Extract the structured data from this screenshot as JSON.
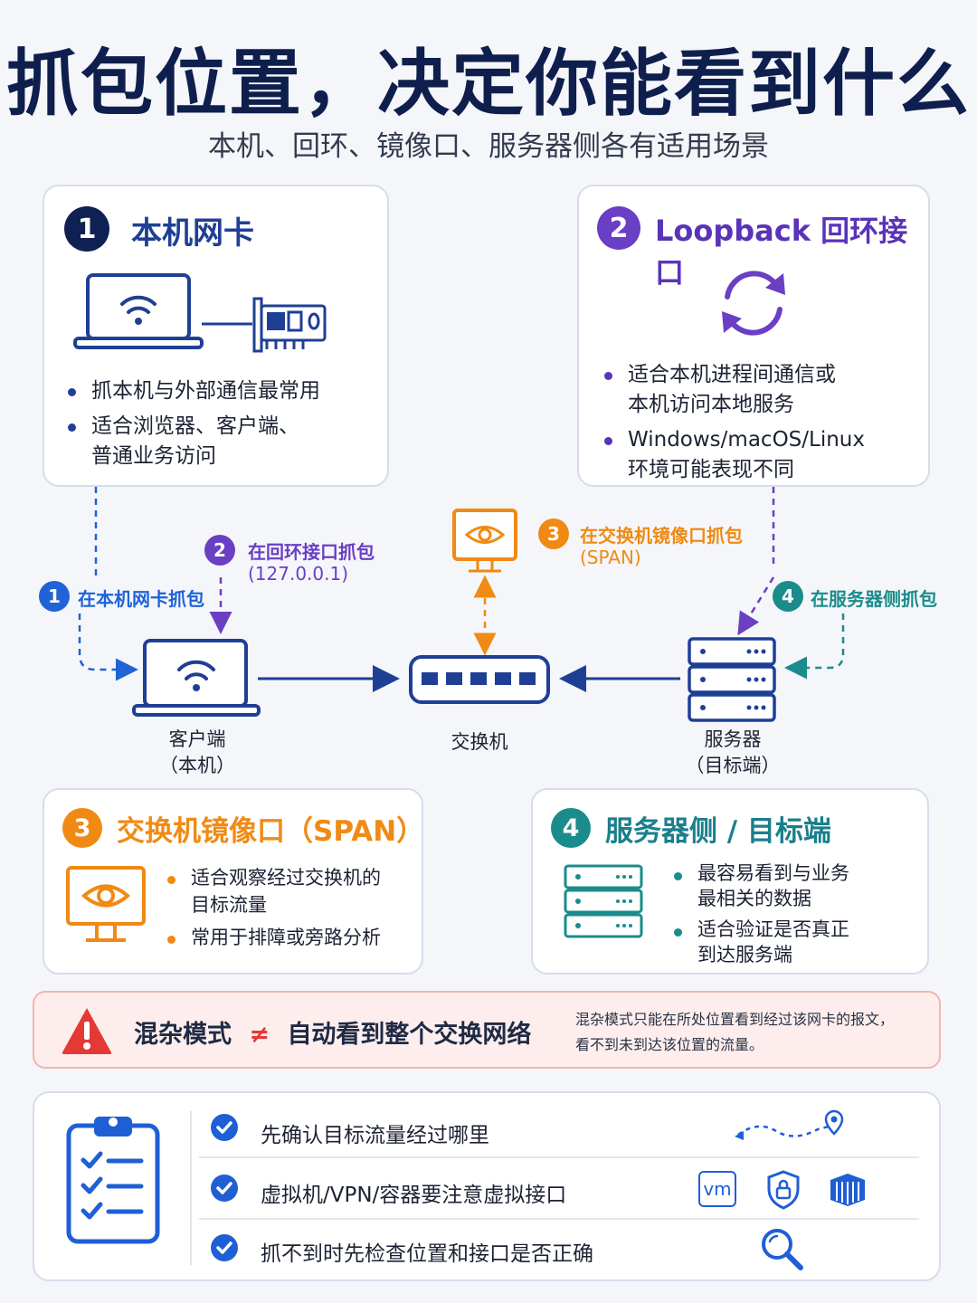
{
  "header": {
    "title": "抓包位置，决定你能看到什么",
    "subtitle": "本机、回环、镜像口、服务器侧各有适用场景"
  },
  "colors": {
    "navy": "#0f2052",
    "blue": "#1f63d6",
    "purple": "#6a3fc4",
    "orange": "#f08a14",
    "teal": "#1a8c8c",
    "red": "#e53935"
  },
  "cards": {
    "local_nic": {
      "number": "1",
      "title": "本机网卡",
      "bullets": [
        "抓本机与外部通信最常用",
        "适合浏览器、客户端、",
        "普通业务访问"
      ]
    },
    "loopback": {
      "number": "2",
      "title": "Loopback 回环接口",
      "bullets": [
        "适合本机进程间通信或",
        "本机访问本地服务",
        "Windows/macOS/Linux",
        "环境可能表现不同"
      ]
    },
    "span": {
      "number": "3",
      "title": "交换机镜像口（SPAN）",
      "bullets": [
        "适合观察经过交换机的",
        "目标流量",
        "常用于排障或旁路分析"
      ]
    },
    "server": {
      "number": "4",
      "title": "服务器侧 / 目标端",
      "bullets": [
        "最容易看到与业务",
        "最相关的数据",
        "适合验证是否真正",
        "到达服务端"
      ]
    }
  },
  "diagram": {
    "ann1_num": "1",
    "ann1": "在本机网卡抓包",
    "ann2_num": "2",
    "ann2_line1": "在回环接口抓包",
    "ann2_line2": "(127.0.0.1)",
    "ann3_num": "3",
    "ann3_line1": "在交换机镜像口抓包",
    "ann3_line2": "(SPAN)",
    "ann4_num": "4",
    "ann4": "在服务器侧抓包",
    "client_line1": "客户端",
    "client_line2": "（本机）",
    "switch": "交换机",
    "server_line1": "服务器",
    "server_line2": "（目标端）"
  },
  "warning": {
    "left": "混杂模式",
    "neq": "≠",
    "right": "自动看到整个交换网络",
    "note_line1": "混杂模式只能在所处位置看到经过该网卡的报文，",
    "note_line2": "看不到未到达该位置的流量。"
  },
  "checklist": {
    "items": [
      {
        "text": "先确认目标流量经过哪里",
        "icon": "route-pin-icon"
      },
      {
        "text": "虚拟机/VPN/容器要注意虚拟接口",
        "icon": "vm-lock-container-icons"
      },
      {
        "text": "抓不到时先检查位置和接口是否正确",
        "icon": "magnifier-icon"
      }
    ],
    "vm_label": "vm"
  }
}
